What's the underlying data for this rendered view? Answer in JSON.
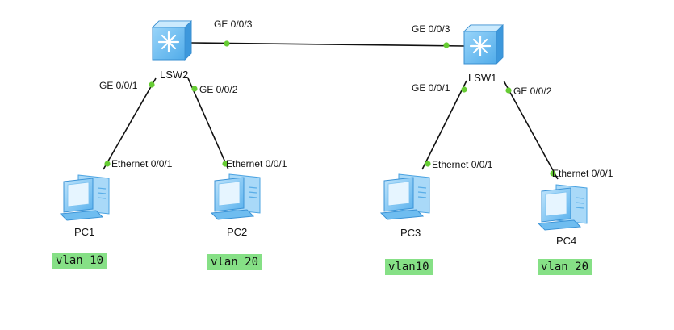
{
  "colors": {
    "link": "#111111",
    "port_dot": "#66cc33",
    "vlan_bg": "#86e086",
    "device_blue": "#63b8f0"
  },
  "devices": {
    "lsw2": {
      "label": "LSW2",
      "icon": "switch-icon"
    },
    "lsw1": {
      "label": "LSW1",
      "icon": "switch-icon"
    },
    "pc1": {
      "label": "PC1",
      "icon": "pc-icon",
      "vlan": "vlan 10"
    },
    "pc2": {
      "label": "PC2",
      "icon": "pc-icon",
      "vlan": "vlan 20"
    },
    "pc3": {
      "label": "PC3",
      "icon": "pc-icon",
      "vlan": "vlan10"
    },
    "pc4": {
      "label": "PC4",
      "icon": "pc-icon",
      "vlan": "vlan 20"
    }
  },
  "ports": {
    "lsw2_ge3": "GE 0/0/3",
    "lsw1_ge3": "GE 0/0/3",
    "lsw2_ge1": "GE 0/0/1",
    "lsw2_ge2": "GE 0/0/2",
    "lsw1_ge1": "GE 0/0/1",
    "lsw1_ge2": "GE 0/0/2",
    "pc1_eth": "Ethernet 0/0/1",
    "pc2_eth": "Ethernet 0/0/1",
    "pc3_eth": "Ethernet 0/0/1",
    "pc4_eth": "Ethernet 0/0/1"
  }
}
